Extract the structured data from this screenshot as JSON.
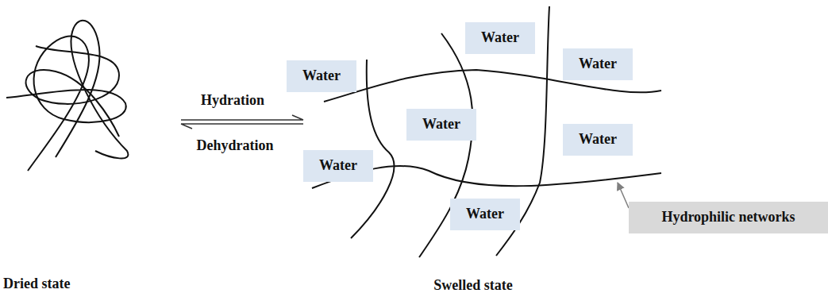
{
  "diagram": {
    "nodes": [
      {
        "text": [
          "Water"
        ]
      },
      {
        "text": [
          "Water"
        ]
      },
      {
        "text": [
          "Water"
        ]
      },
      {
        "text": [
          "Water"
        ]
      },
      {
        "text": [
          "Water"
        ]
      },
      {
        "text": [
          "Water"
        ]
      },
      {
        "text": [
          "Water"
        ]
      },
      {
        "text": [
          "Hydrophilic networks"
        ]
      }
    ],
    "labels": [
      "Hydration",
      "Dehydration",
      "Dried state",
      "Swelled state"
    ]
  }
}
